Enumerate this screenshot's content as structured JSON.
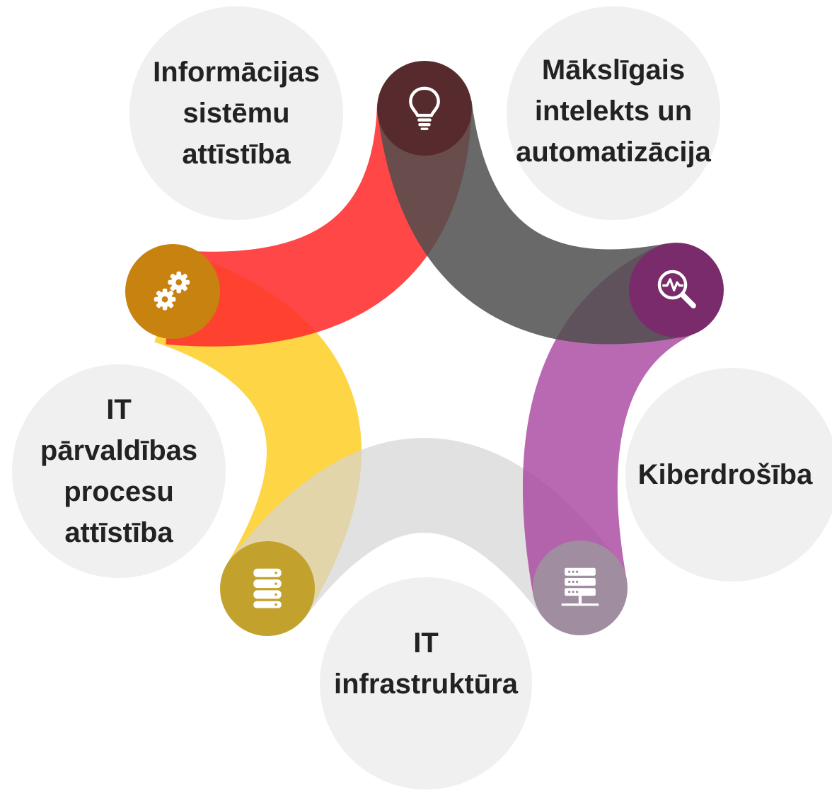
{
  "segments": [
    {
      "id": "informacijas",
      "label": "Informācijas\nsistēmu\nattīstība",
      "arc_color": "#ff2d2d",
      "hub_color": "#c8820f",
      "icon": "gears-icon"
    },
    {
      "id": "maksligais",
      "label": "Mākslīgais\nintelekts un\nautomatizācija",
      "arc_color": "#4f4f4f",
      "hub_color": "#572b2d",
      "icon": "lightbulb-icon"
    },
    {
      "id": "kiberdrosiba",
      "label": "Kiberdrošība",
      "arc_color": "#a7449e",
      "hub_color": "#7a2b6b",
      "icon": "magnifier-pulse-icon"
    },
    {
      "id": "infrastruktura",
      "label": "IT\ninfrastruktūra",
      "arc_color": "#d4d4d4",
      "hub_color": "#a18da0",
      "icon": "server-icon"
    },
    {
      "id": "parvaldibas",
      "label": "IT\npārvaldības\nprocesu\nattīstība",
      "arc_color": "#fccb17",
      "hub_color": "#c2a12d",
      "icon": "database-icon"
    }
  ],
  "colors": {
    "bubble": "#f0f0f0",
    "text": "#222222",
    "background": "#ffffff"
  }
}
